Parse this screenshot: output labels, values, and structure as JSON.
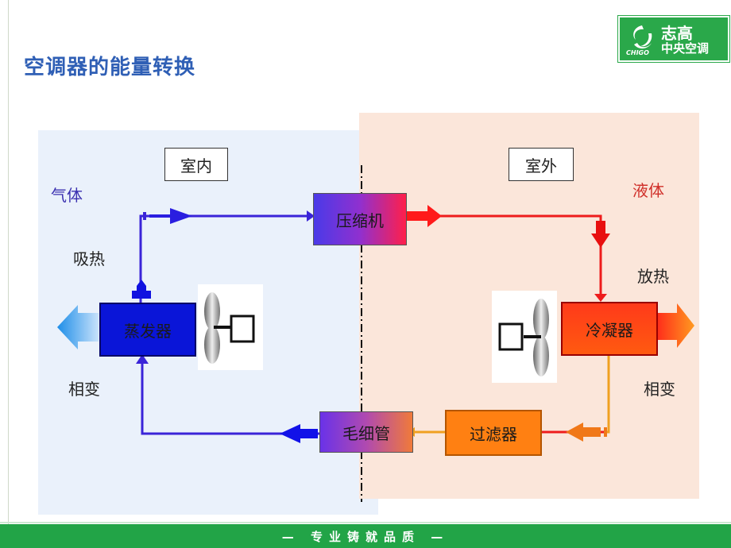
{
  "title": "空调器的能量转换",
  "logo": {
    "brand": "志高",
    "sub": "中央空调",
    "en": "CHIGO"
  },
  "zones": {
    "indoor": "室内",
    "outdoor": "室外"
  },
  "states": {
    "gas": "气体",
    "liquid": "液体"
  },
  "heat": {
    "absorb": "吸热",
    "release": "放热"
  },
  "phase_change": {
    "left": "相变",
    "right": "相变"
  },
  "components": {
    "compressor": "压缩机",
    "evaporator": "蒸发器",
    "condenser": "冷凝器",
    "capillary": "毛细管",
    "filter": "过滤器"
  },
  "footer": "— 专业铸就品质 —",
  "colors": {
    "title": "#2f5fb5",
    "indoor_panel": "#eaf1fb",
    "outdoor_panel": "#fbe6da",
    "cold_line": "#3a24d8",
    "hot_line": "#ee1c1c",
    "warm_line": "#f0a020",
    "footer_bg": "#22a447"
  }
}
